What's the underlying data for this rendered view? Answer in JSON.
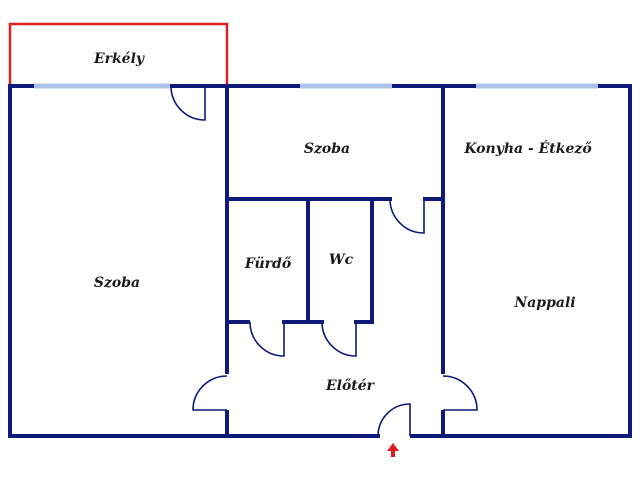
{
  "rooms": {
    "balcony": "Erkély",
    "room_left": "Szoba",
    "room_middle": "Szoba",
    "kitchen": "Konyha - Étkező",
    "bathroom": "Fürdő",
    "wc": "Wc",
    "living_room": "Nappali",
    "hall": "Előtér"
  },
  "colors": {
    "wall": "#0d1a7a",
    "balcony_outline": "#e02020",
    "window": "#a9c4e6",
    "entrance_arrow": "#e02020"
  },
  "icons": {
    "entrance": "up-arrow-icon"
  }
}
